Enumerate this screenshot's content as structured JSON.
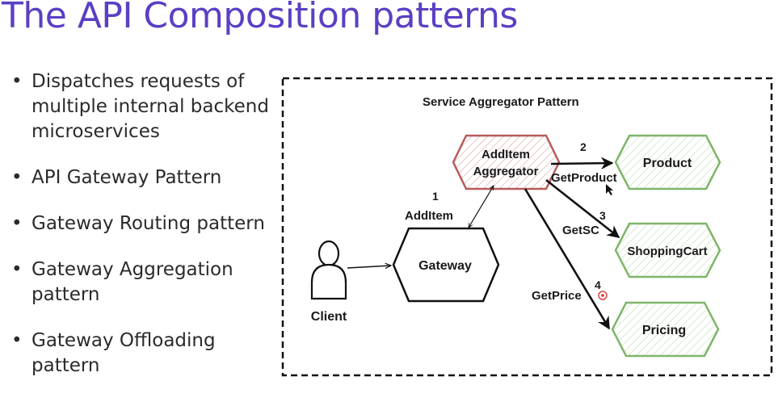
{
  "page": {
    "title": "The API Composition patterns",
    "bullets": [
      "Dispatches requests of\nmultiple internal backend\nmicroservices",
      "API Gateway Pattern",
      "Gateway Routing pattern",
      "Gateway Aggregation\npattern",
      "Gateway Offloading\npattern"
    ]
  },
  "diagram": {
    "title": "Service Aggregator Pattern",
    "nodes": {
      "client": "Client",
      "gateway": "Gateway",
      "aggregator_line1": "AddItem",
      "aggregator_line2": "Aggregator",
      "product": "Product",
      "shoppingcart": "ShoppingCart",
      "pricing": "Pricing"
    },
    "edges": {
      "step1_number": "1",
      "step1_label": "AddItem",
      "step2_number": "2",
      "step2_label": "GetProduct",
      "step3_number": "3",
      "step3_label": "GetSC",
      "step4_number": "4",
      "step4_label": "GetPrice"
    },
    "colors": {
      "title": "#5b3fc4",
      "aggregator_border": "#b85b5b",
      "service_border": "#7fb56a",
      "cursor": "#d93030"
    }
  }
}
